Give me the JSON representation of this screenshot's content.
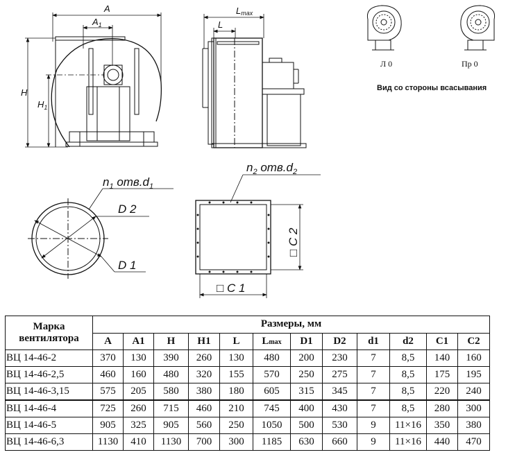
{
  "views": {
    "front_A": "A",
    "front_A1": "A",
    "front_A1_sub": "1",
    "front_H": "H",
    "front_H1": "H",
    "front_H1_sub": "1",
    "side_Lmax": "L",
    "side_Lmax_sub": "max",
    "side_L": "L",
    "inlet_holes": "n",
    "inlet_holes_sub1": "1",
    "inlet_holes_mid": " отв.d",
    "inlet_holes_sub2": "1",
    "inlet_D2": "D 2",
    "inlet_D1": "D 1",
    "outlet_holes": "n",
    "outlet_holes_sub1": "2",
    "outlet_holes_mid": " отв.d",
    "outlet_holes_sub2": "2",
    "outlet_C1": "□ C 1",
    "outlet_C2": "□ C 2"
  },
  "rotation": {
    "left_label": "Л 0",
    "right_label": "Пр 0",
    "caption": "Вид со стороны всасывания"
  },
  "table": {
    "model_header_line1": "Марка",
    "model_header_line2": "вентилятора",
    "sizes_header": "Размеры, мм",
    "columns": [
      "A",
      "A1",
      "H",
      "H1",
      "L",
      "Lmax",
      "D1",
      "D2",
      "d1",
      "d2",
      "C1",
      "C2"
    ],
    "rows": [
      {
        "model": "ВЦ 14-46-2",
        "values": [
          "370",
          "130",
          "390",
          "260",
          "130",
          "480",
          "200",
          "230",
          "7",
          "8,5",
          "140",
          "160"
        ]
      },
      {
        "model": "ВЦ 14-46-2,5",
        "values": [
          "460",
          "160",
          "480",
          "320",
          "155",
          "570",
          "250",
          "275",
          "7",
          "8,5",
          "175",
          "195"
        ]
      },
      {
        "model": "ВЦ 14-46-3,15",
        "values": [
          "575",
          "205",
          "580",
          "380",
          "180",
          "605",
          "315",
          "345",
          "7",
          "8,5",
          "220",
          "240"
        ]
      },
      {
        "model": "ВЦ 14-46-4",
        "values": [
          "725",
          "260",
          "715",
          "460",
          "210",
          "745",
          "400",
          "430",
          "7",
          "8,5",
          "280",
          "300"
        ]
      },
      {
        "model": "ВЦ 14-46-5",
        "values": [
          "905",
          "325",
          "905",
          "560",
          "250",
          "1050",
          "500",
          "530",
          "9",
          "11×16",
          "350",
          "380"
        ]
      },
      {
        "model": "ВЦ 14-46-6,3",
        "values": [
          "1130",
          "410",
          "1130",
          "700",
          "300",
          "1185",
          "630",
          "660",
          "9",
          "11×16",
          "440",
          "470"
        ]
      }
    ]
  }
}
